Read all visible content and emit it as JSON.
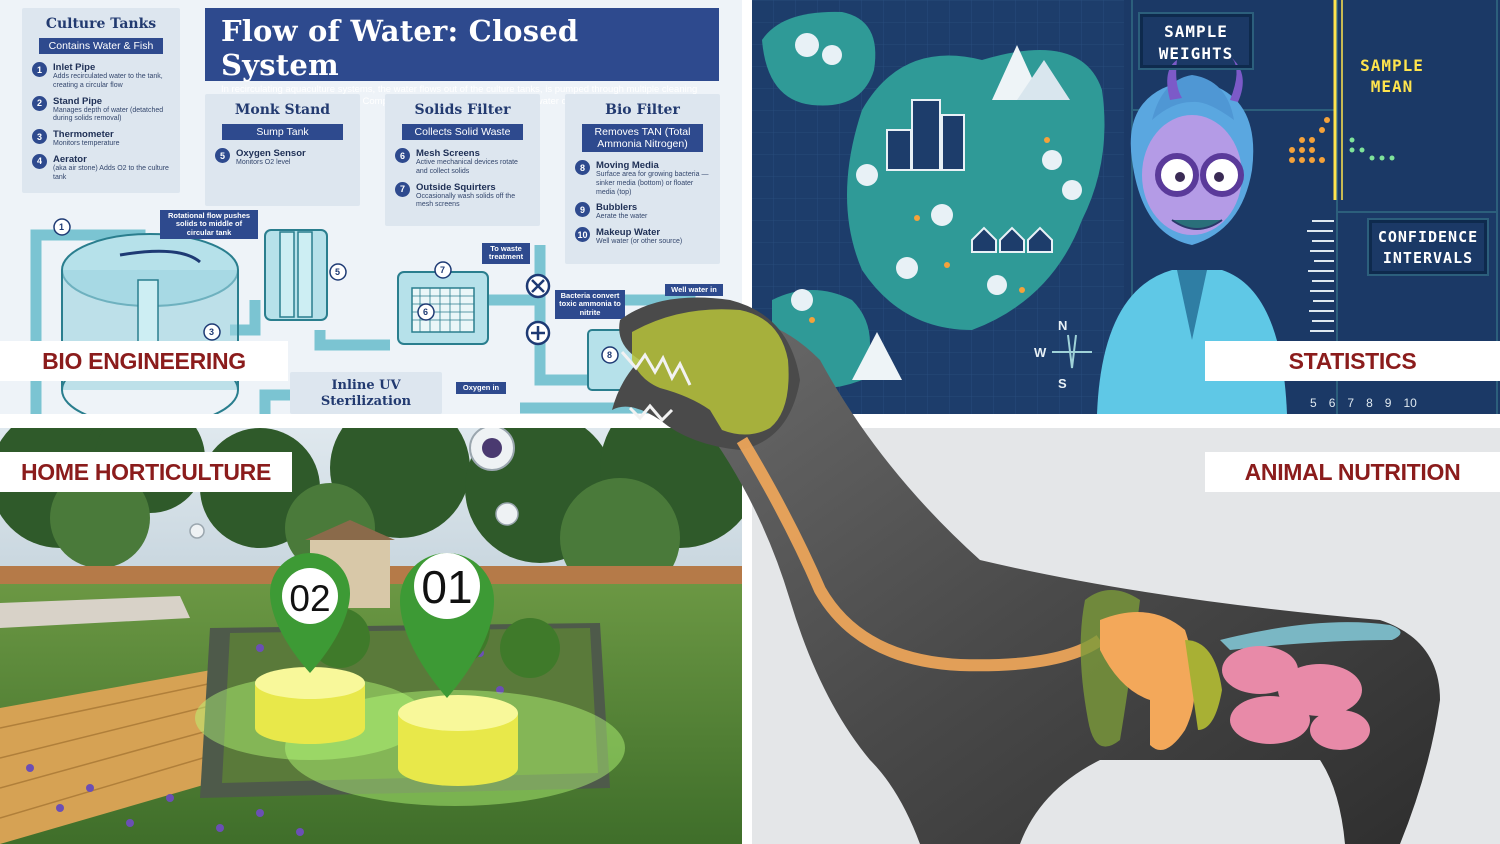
{
  "labels": {
    "bio": "BIO ENGINEERING",
    "stats": "STATISTICS",
    "hort": "HOME HORTICULTURE",
    "nutrition": "ANIMAL NUTRITION"
  },
  "bio": {
    "title": "Flow of Water: Closed System",
    "intro": "In recirculating aquaculture systems, the water flows out of the culture tanks, is pumped through multiple cleaning processes, and oxygen is added. Computer monitoring ensures consistent water quality.",
    "culture": {
      "title": "Culture Tanks",
      "sub": "Contains Water & Fish",
      "items": [
        {
          "n": "1",
          "t": "Inlet Pipe",
          "d": "Adds recirculated water to the tank, creating a circular flow"
        },
        {
          "n": "2",
          "t": "Stand Pipe",
          "d": "Manages depth of water (detatched during solids removal)"
        },
        {
          "n": "3",
          "t": "Thermometer",
          "d": "Monitors temperature"
        },
        {
          "n": "4",
          "t": "Aerator",
          "d": "(aka air stone) Adds O2 to the culture tank"
        }
      ]
    },
    "monk": {
      "title": "Monk Stand",
      "sub": "Sump Tank",
      "items": [
        {
          "n": "5",
          "t": "Oxygen Sensor",
          "d": "Monitors O2 level"
        }
      ]
    },
    "solids": {
      "title": "Solids Filter",
      "sub": "Collects Solid Waste",
      "items": [
        {
          "n": "6",
          "t": "Mesh Screens",
          "d": "Active mechanical devices rotate and collect solids"
        },
        {
          "n": "7",
          "t": "Outside Squirters",
          "d": "Occasionally wash solids off the mesh screens"
        }
      ]
    },
    "biof": {
      "title": "Bio Filter",
      "sub": "Removes TAN (Total Ammonia Nitrogen)",
      "items": [
        {
          "n": "8",
          "t": "Moving Media",
          "d": "Surface area for growing bacteria — sinker media (bottom) or floater media (top)"
        },
        {
          "n": "9",
          "t": "Bubblers",
          "d": "Aerate the water"
        },
        {
          "n": "10",
          "t": "Makeup Water",
          "d": "Well water (or other source)"
        }
      ]
    },
    "uv": "Inline UV Sterilization",
    "callouts": {
      "rotational": "Rotational flow pushes solids to middle of circular tank",
      "waste": "To waste treatment",
      "bacteria": "Bacteria convert toxic ammonia to nitrite",
      "well": "Well water in",
      "oxygen": "Oxygen in"
    }
  },
  "stats": {
    "weights": "SAMPLE WEIGHTS",
    "mean": "SAMPLE MEAN",
    "ci": "CONFIDENCE INTERVALS",
    "axis": [
      "5",
      "6",
      "7",
      "8",
      "9",
      "10"
    ],
    "compass": [
      "N",
      "W",
      "S"
    ]
  },
  "hort": {
    "markers": [
      "02",
      "01"
    ]
  },
  "colors": {
    "label_text": "#8b1c1c",
    "bio_navy": "#2e4a8e",
    "stats_bg": "#1d3d6b",
    "teal": "#3aa6a2",
    "yellow": "#ffe44d",
    "marker_green": "#3d9a35"
  }
}
